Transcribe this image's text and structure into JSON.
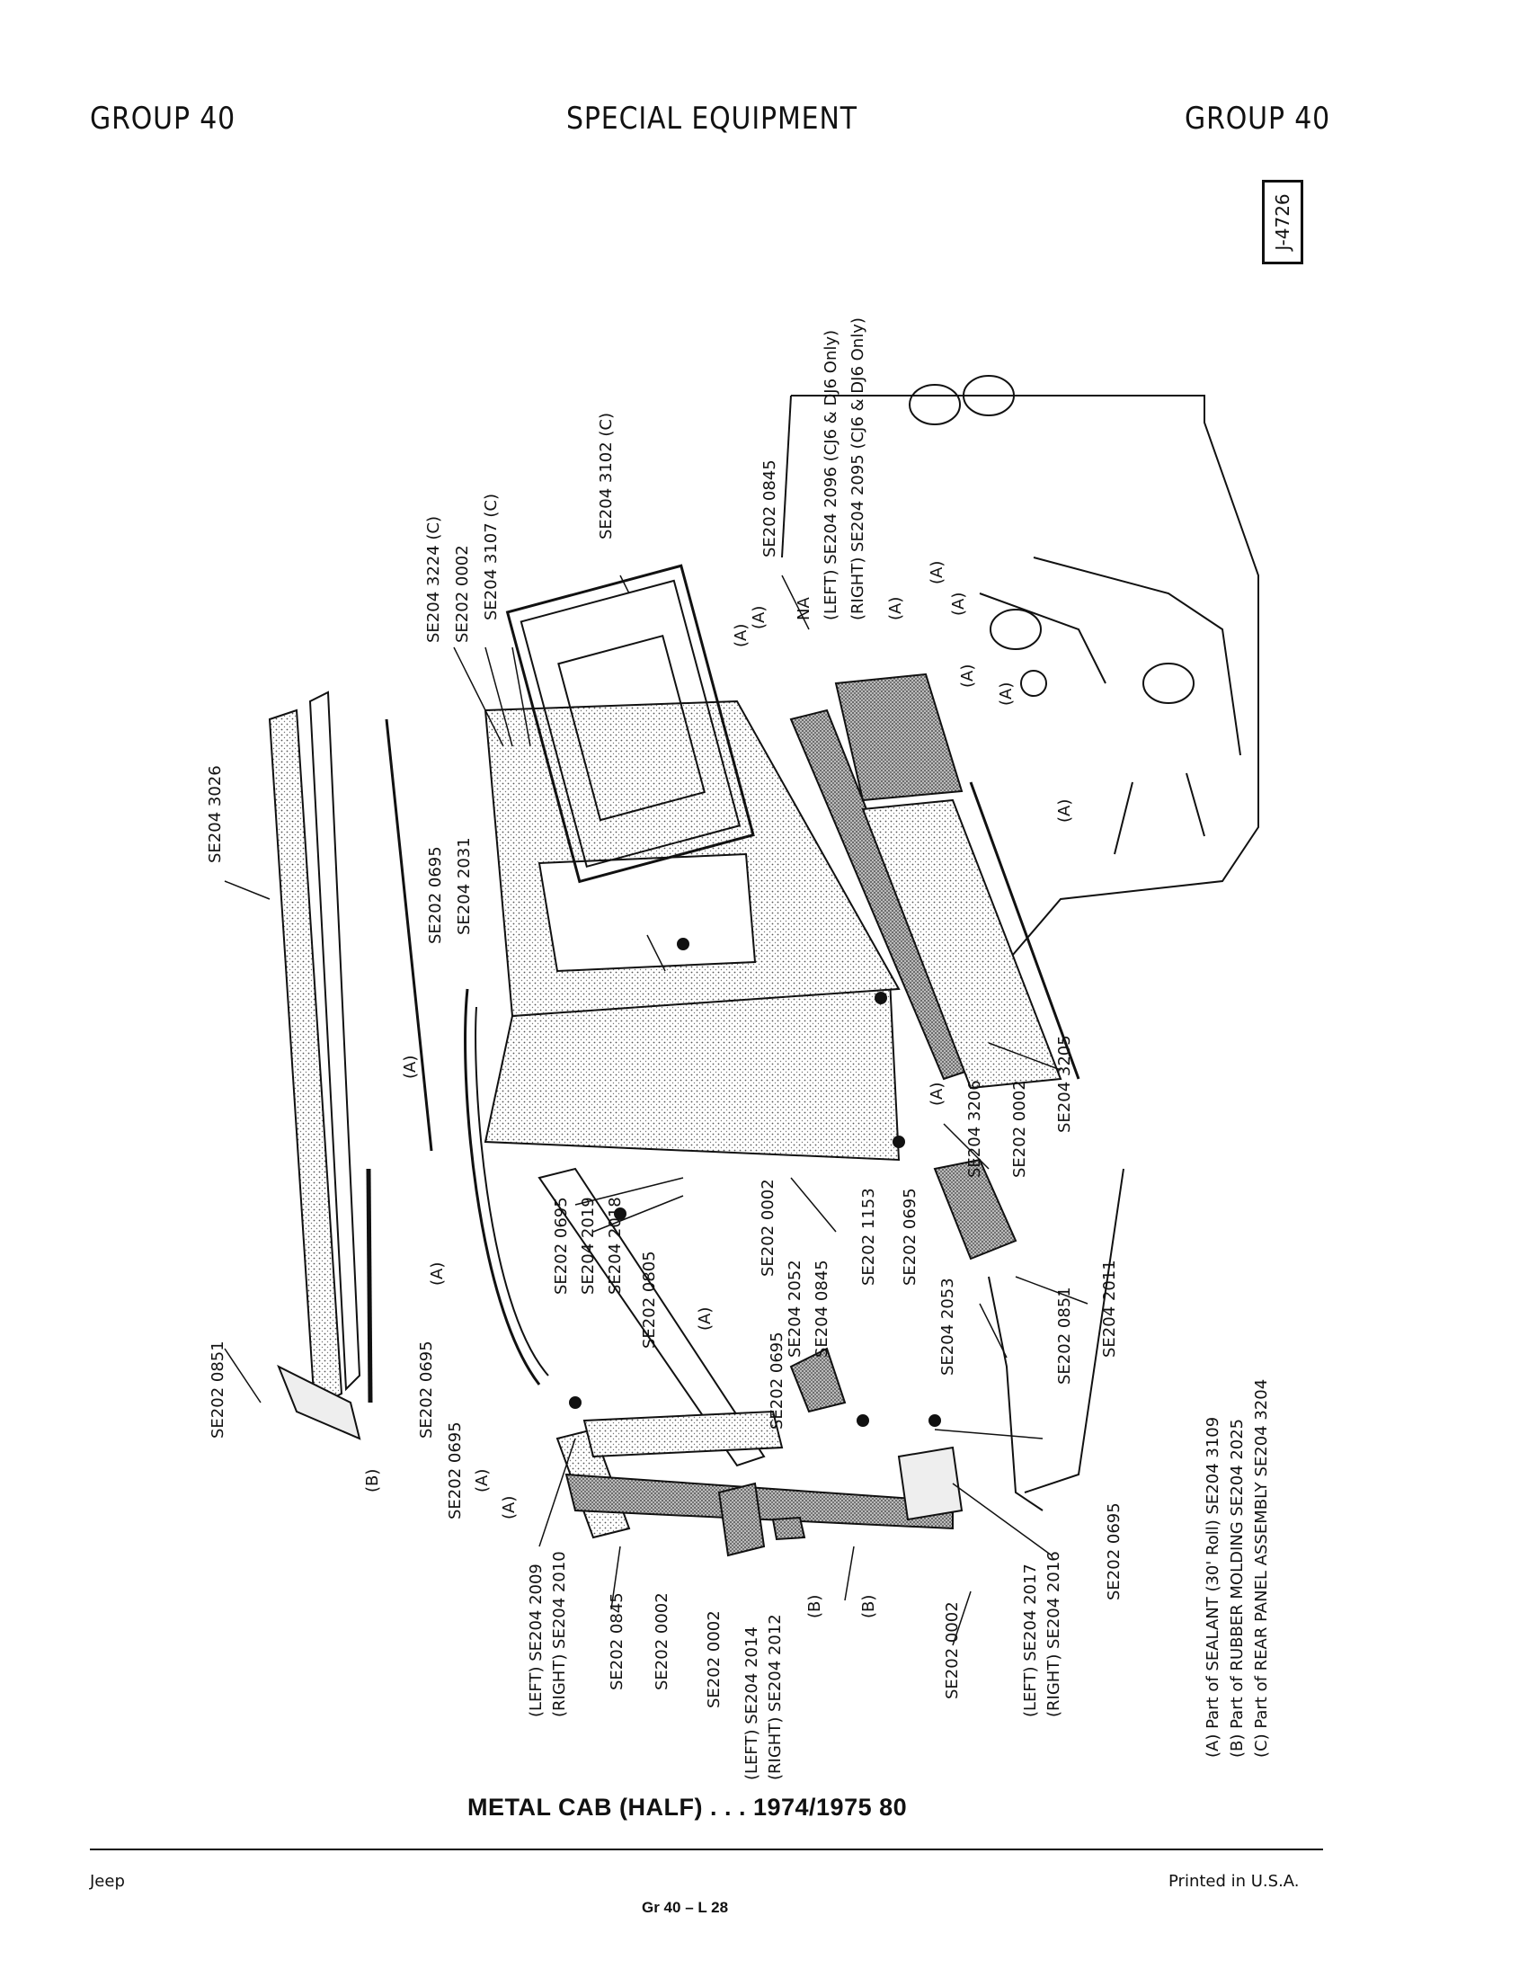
{
  "header": {
    "left": "GROUP 40",
    "center": "SPECIAL EQUIPMENT",
    "right": "GROUP 40"
  },
  "figure_id": "J-4726",
  "callouts": [
    "SE204 3026",
    "SE204 3224 (C)",
    "SE202 0002",
    "SE204 3107 (C)",
    "SE204 3102 (C)",
    "SE202 0845",
    "(LEFT) SE204 2096 (CJ6 & DJ6 Only)",
    "(RIGHT) SE204 2095 (CJ6 & DJ6 Only)",
    "NA",
    "SE202 0695",
    "SE204 2031",
    "SE202 0851",
    "SE202 0695",
    "SE202 0695",
    "SE204 2019",
    "SE204 2018",
    "SE202 0805",
    "SE202 0002",
    "SE204 2052",
    "SE204 0845",
    "SE202 0695",
    "SE202 1153",
    "SE202 0695",
    "SE204 2053",
    "SE204 3206",
    "SE202 0002",
    "SE204 3205",
    "SE202 0851",
    "SE204 2011",
    "SE202 0695",
    "SE202 0695",
    "(LEFT) SE204 2009",
    "(RIGHT) SE204 2010",
    "SE202 0845",
    "SE202 0002",
    "SE202 0002",
    "(LEFT) SE204 2014",
    "(RIGHT) SE204 2012",
    "SE202 0002",
    "(LEFT) SE204 2017",
    "(RIGHT) SE204 2016",
    "(A)",
    "(B)"
  ],
  "legend": [
    "(A) Part of SEALANT (30' Roll) SE204 3109",
    "(B) Part of RUBBER MOLDING SE204 2025",
    "(C) Part of REAR PANEL ASSEMBLY SE204 3204"
  ],
  "title": "METAL CAB (HALF) . . . 1974/1975 80",
  "footer": {
    "left": "Jeep",
    "center": "Gr 40 – L 28",
    "right": "Printed in U.S.A."
  }
}
